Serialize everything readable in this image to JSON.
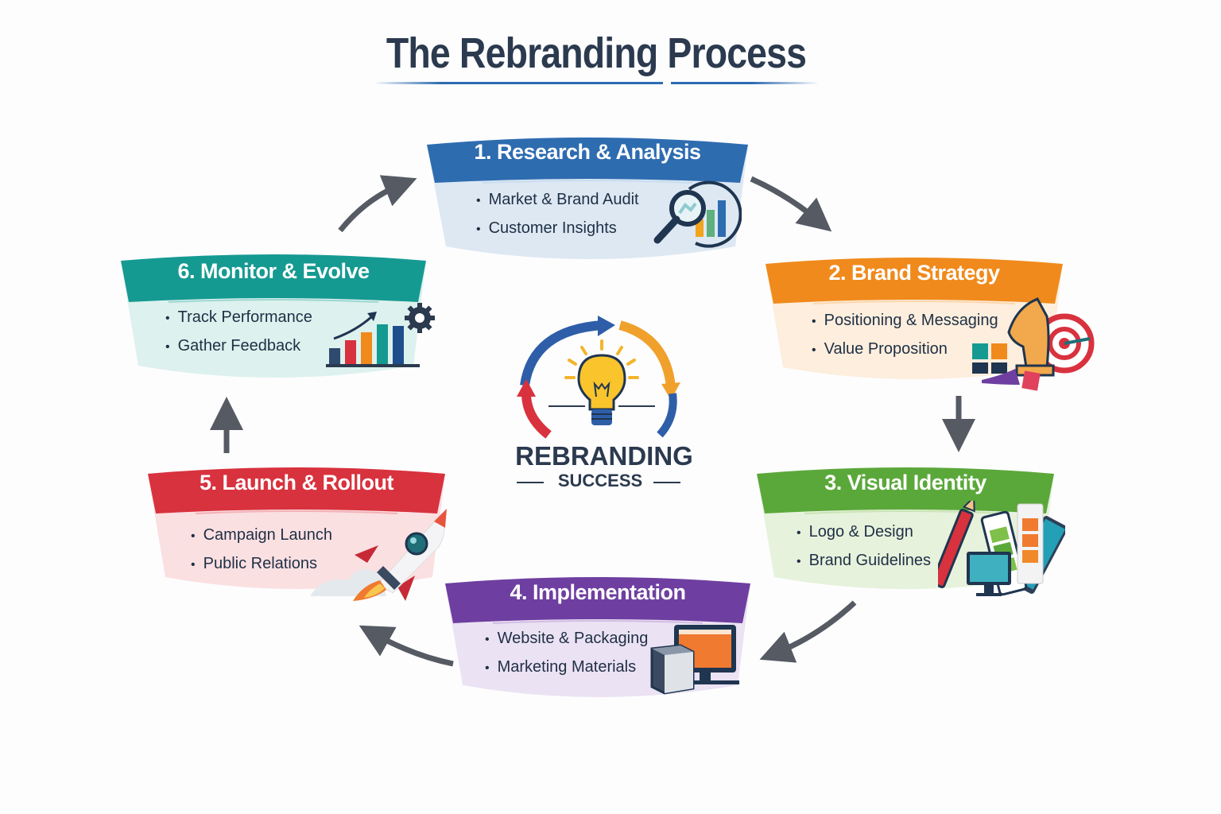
{
  "title": "The Rebranding Process",
  "center": {
    "line1": "REBRANDING",
    "line2": "SUCCESS",
    "icon": "lightbulb-cycle-icon"
  },
  "steps": [
    {
      "number": 1,
      "label": "1. Research & Analysis",
      "color": "#2e6cb0",
      "bg": "#dde8f3",
      "items": [
        "Market & Brand Audit",
        "Customer Insights"
      ],
      "icon": "magnifier-chart-icon"
    },
    {
      "number": 2,
      "label": "2. Brand Strategy",
      "color": "#f08a1c",
      "bg": "#fdeedd",
      "items": [
        "Positioning & Messaging",
        "Value Proposition"
      ],
      "icon": "chess-knight-target-icon"
    },
    {
      "number": 3,
      "label": "3. Visual Identity",
      "color": "#5ba83a",
      "bg": "#e6f2dc",
      "items": [
        "Logo & Design",
        "Brand Guidelines"
      ],
      "icon": "pencil-palette-monitor-icon"
    },
    {
      "number": 4,
      "label": "4. Implementation",
      "color": "#6e3fa0",
      "bg": "#ebe2f3",
      "items": [
        "Website & Packaging",
        "Marketing Materials"
      ],
      "icon": "box-monitor-icon"
    },
    {
      "number": 5,
      "label": "5. Launch & Rollout",
      "color": "#d8323e",
      "bg": "#fbe0e2",
      "items": [
        "Campaign Launch",
        "Public Relations"
      ],
      "icon": "rocket-icon"
    },
    {
      "number": 6,
      "label": "6. Monitor & Evolve",
      "color": "#159a92",
      "bg": "#ddf1ee",
      "items": [
        "Track Performance",
        "Gather Feedback"
      ],
      "icon": "growth-chart-gear-icon"
    }
  ],
  "arrow_color": "#555a63"
}
